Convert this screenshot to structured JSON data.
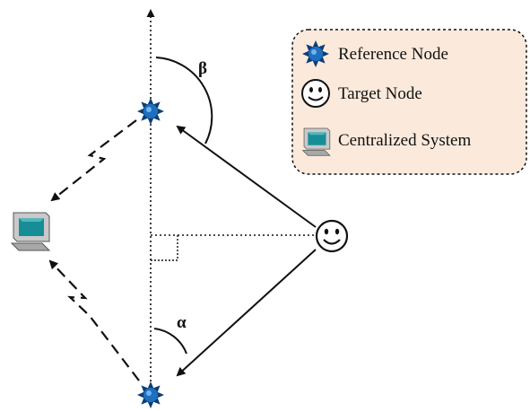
{
  "legend": {
    "reference_node": {
      "label": "Reference Node",
      "icon": "blue-star-icon"
    },
    "target_node": {
      "label": "Target Node",
      "icon": "smiley-face-icon"
    },
    "centralized_system": {
      "label": "Centralized System",
      "icon": "computer-icon"
    }
  },
  "angles": {
    "beta": "β",
    "alpha": "α"
  },
  "colors": {
    "legend_background": "#fbe9dc",
    "reference_node_fill": "#1e6fc0",
    "reference_node_dark": "#0c3e74",
    "monitor_screen": "#178e96",
    "monitor_body": "#d0d0d0",
    "line": "#111111"
  }
}
